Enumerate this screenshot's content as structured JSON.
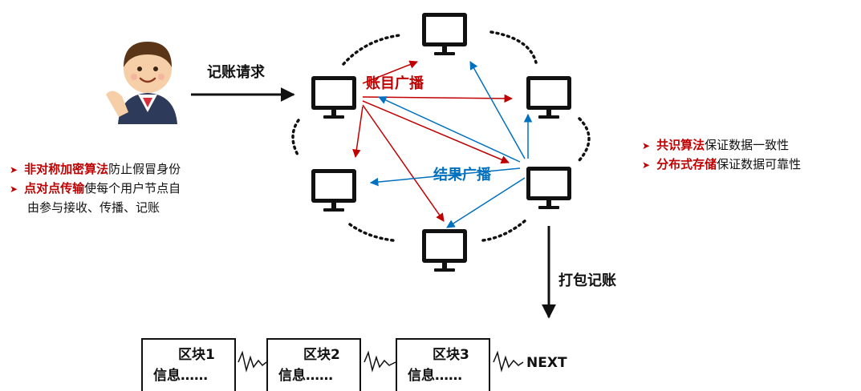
{
  "colors": {
    "red": "#c00000",
    "blue": "#0070c0"
  },
  "request_label": "记账请求",
  "account_broadcast_label": "账目广播",
  "result_broadcast_label": "结果广播",
  "package_label": "打包记账",
  "left_points": [
    {
      "highlight": "非对称加密算法",
      "rest": "防止假冒身份",
      "continuation": ""
    },
    {
      "highlight": "点对点传输",
      "rest": "使每个用户节点自",
      "continuation": "由参与接收、传播、记账"
    }
  ],
  "right_points": [
    {
      "highlight": "共识算法",
      "rest": "保证数据一致性"
    },
    {
      "highlight": "分布式存储",
      "rest": "保证数据可靠性"
    }
  ],
  "blocks": [
    {
      "title": "区块1",
      "info": "信息……"
    },
    {
      "title": "区块2",
      "info": "信息……"
    },
    {
      "title": "区块3",
      "info": "信息……"
    }
  ],
  "next_label": "NEXT"
}
